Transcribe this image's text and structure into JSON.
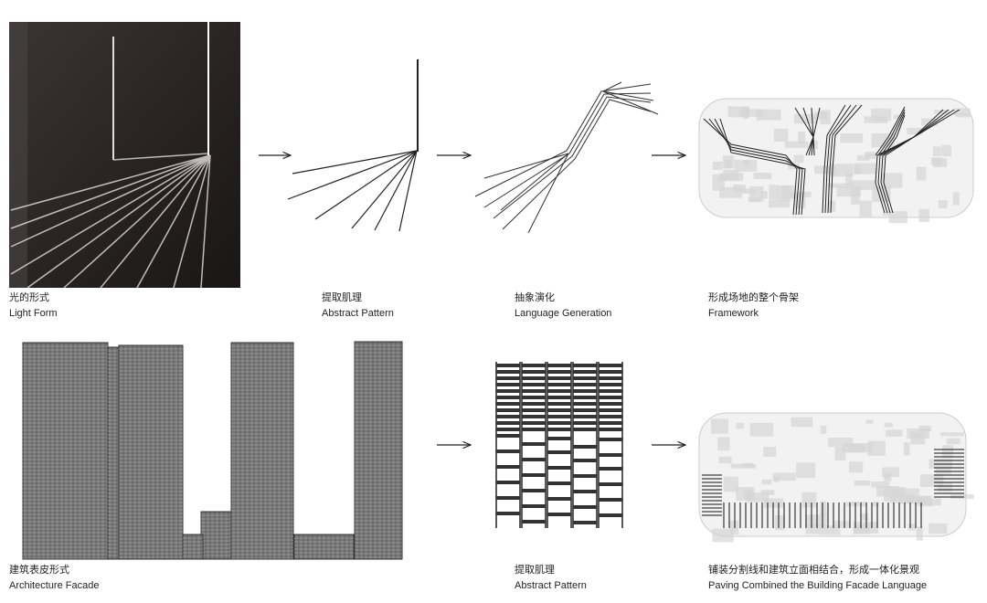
{
  "captions": {
    "light_form": {
      "cn": "光的形式",
      "en": "Light Form"
    },
    "abstract_pattern_1": {
      "cn": "提取肌理",
      "en": "Abstract Pattern"
    },
    "language_generation": {
      "cn": "抽象演化",
      "en": "Language Generation"
    },
    "framework": {
      "cn": "形成场地的整个骨架",
      "en": "Framework"
    },
    "architecture_facade": {
      "cn": "建筑表皮形式",
      "en": "Architecture Facade"
    },
    "abstract_pattern_2": {
      "cn": "提取肌理",
      "en": "Abstract Pattern"
    },
    "paving": {
      "cn": "铺装分割线和建筑立面相结合，形成一体化景观",
      "en": "Paving Combined the Building Facade Language"
    }
  },
  "icons": [
    "arrow-right-icon"
  ],
  "colors": {
    "line": "#222222",
    "photo_bg": "#2a2626",
    "plan": "#d8d8d8"
  }
}
